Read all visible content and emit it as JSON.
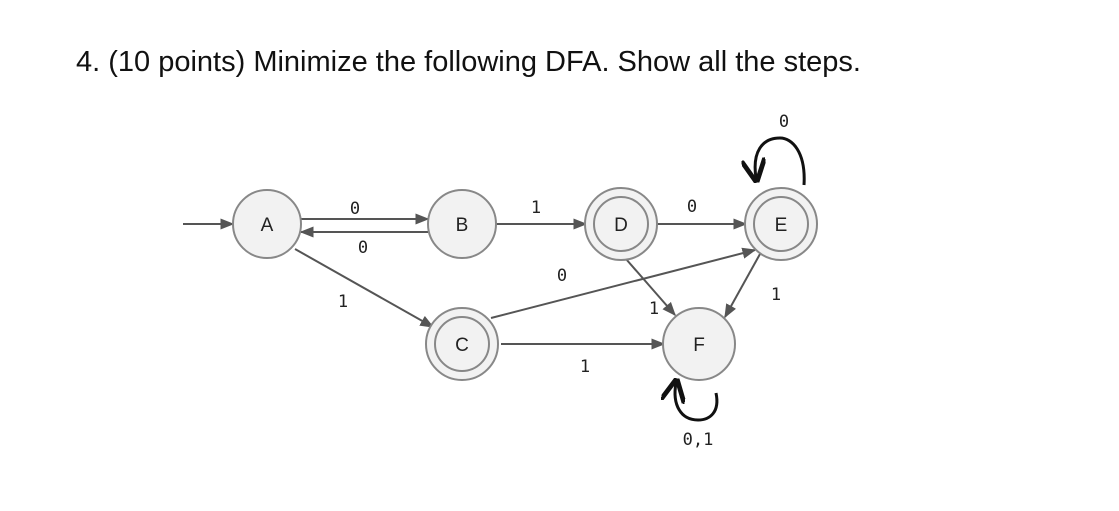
{
  "question": {
    "text": "4. (10 points) Minimize the following DFA. Show all the steps."
  },
  "diagram": {
    "states": [
      {
        "id": "A",
        "label": "A",
        "accepting": false,
        "start": true
      },
      {
        "id": "B",
        "label": "B",
        "accepting": false,
        "start": false
      },
      {
        "id": "C",
        "label": "C",
        "accepting": true,
        "start": false
      },
      {
        "id": "D",
        "label": "D",
        "accepting": true,
        "start": false
      },
      {
        "id": "E",
        "label": "E",
        "accepting": true,
        "start": false
      },
      {
        "id": "F",
        "label": "F",
        "accepting": false,
        "start": false
      }
    ],
    "transitions": [
      {
        "from": "A",
        "to": "B",
        "label": "0"
      },
      {
        "from": "B",
        "to": "A",
        "label": "0"
      },
      {
        "from": "A",
        "to": "C",
        "label": "1"
      },
      {
        "from": "B",
        "to": "D",
        "label": "1"
      },
      {
        "from": "C",
        "to": "E",
        "label": "0"
      },
      {
        "from": "C",
        "to": "F",
        "label": "1"
      },
      {
        "from": "D",
        "to": "E",
        "label": "0"
      },
      {
        "from": "D",
        "to": "F",
        "label": "1"
      },
      {
        "from": "E",
        "to": "E",
        "label": "0"
      },
      {
        "from": "E",
        "to": "F",
        "label": "1"
      },
      {
        "from": "F",
        "to": "F",
        "label": "0,1"
      }
    ],
    "colors": {
      "state_fill": "#f2f2f2",
      "state_stroke": "#888888",
      "edge": "#555555",
      "loop": "#111111",
      "text": "#222222"
    }
  }
}
